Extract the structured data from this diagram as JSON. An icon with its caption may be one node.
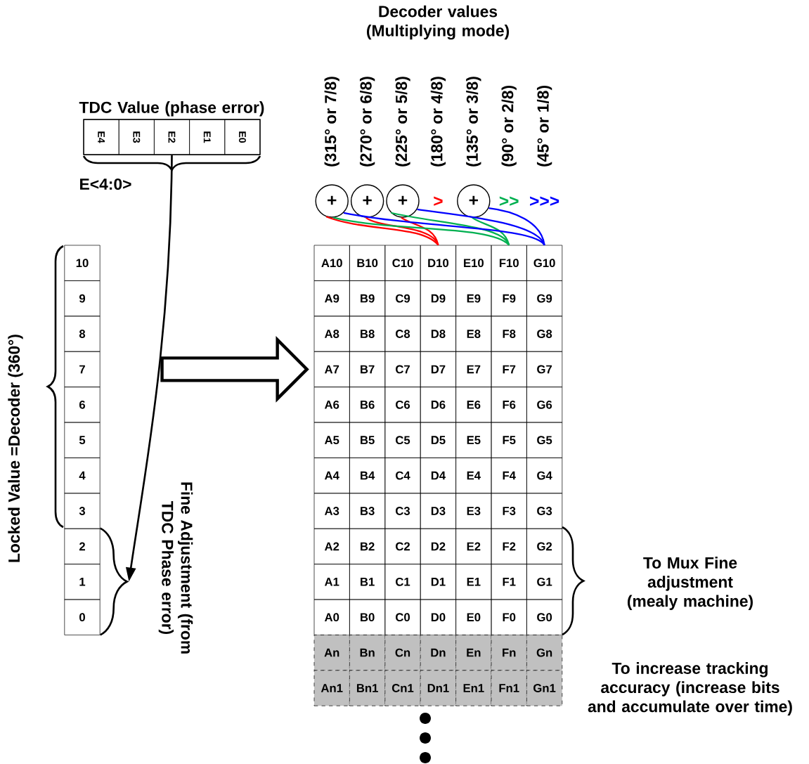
{
  "diagram": {
    "nodes": [
      {
        "text": [
          "TDC Value (phase error)"
        ]
      },
      {
        "text": [
          "E4"
        ],
        "in": 0
      },
      {
        "text": [
          "E3"
        ],
        "in": 0
      },
      {
        "text": [
          "E2"
        ],
        "in": 0
      },
      {
        "text": [
          "E1"
        ],
        "in": 0
      },
      {
        "text": [
          "E0"
        ],
        "in": 0
      },
      {
        "text": [
          "+"
        ]
      },
      {
        "text": [
          "+"
        ]
      },
      {
        "text": [
          "+"
        ]
      },
      {
        "text": [
          "+"
        ]
      },
      {
        "text": [
          "10"
        ]
      },
      {
        "text": [
          "9"
        ]
      },
      {
        "text": [
          "8"
        ]
      },
      {
        "text": [
          "7"
        ]
      },
      {
        "text": [
          "6"
        ]
      },
      {
        "text": [
          "5"
        ]
      },
      {
        "text": [
          "4"
        ]
      },
      {
        "text": [
          "3"
        ]
      },
      {
        "text": [
          "2"
        ]
      },
      {
        "text": [
          "1"
        ]
      },
      {
        "text": [
          "0"
        ]
      },
      {
        "text": [
          "A10"
        ]
      },
      {
        "text": [
          "B10"
        ]
      },
      {
        "text": [
          "C10"
        ]
      },
      {
        "text": [
          "D10"
        ]
      },
      {
        "text": [
          "E10"
        ]
      },
      {
        "text": [
          "F10"
        ]
      },
      {
        "text": [
          "G10"
        ]
      },
      {
        "text": [
          "A9"
        ]
      },
      {
        "text": [
          "B9"
        ]
      },
      {
        "text": [
          "C9"
        ]
      },
      {
        "text": [
          "D9"
        ]
      },
      {
        "text": [
          "E9"
        ]
      },
      {
        "text": [
          "F9"
        ]
      },
      {
        "text": [
          "G9"
        ]
      },
      {
        "text": [
          "A8"
        ]
      },
      {
        "text": [
          "B8"
        ]
      },
      {
        "text": [
          "C8"
        ]
      },
      {
        "text": [
          "D8"
        ]
      },
      {
        "text": [
          "E8"
        ]
      },
      {
        "text": [
          "F8"
        ]
      },
      {
        "text": [
          "G8"
        ]
      },
      {
        "text": [
          "A7"
        ]
      },
      {
        "text": [
          "B7"
        ]
      },
      {
        "text": [
          "C7"
        ]
      },
      {
        "text": [
          "D7"
        ]
      },
      {
        "text": [
          "E7"
        ]
      },
      {
        "text": [
          "F7"
        ]
      },
      {
        "text": [
          "G7"
        ]
      },
      {
        "text": [
          "A6"
        ]
      },
      {
        "text": [
          "B6"
        ]
      },
      {
        "text": [
          "C6"
        ]
      },
      {
        "text": [
          "D6"
        ]
      },
      {
        "text": [
          "E6"
        ]
      },
      {
        "text": [
          "F6"
        ]
      },
      {
        "text": [
          "G6"
        ]
      },
      {
        "text": [
          "A5"
        ]
      },
      {
        "text": [
          "B5"
        ]
      },
      {
        "text": [
          "C5"
        ]
      },
      {
        "text": [
          "D5"
        ]
      },
      {
        "text": [
          "E5"
        ]
      },
      {
        "text": [
          "F5"
        ]
      },
      {
        "text": [
          "G5"
        ]
      },
      {
        "text": [
          "A4"
        ]
      },
      {
        "text": [
          "B4"
        ]
      },
      {
        "text": [
          "C4"
        ]
      },
      {
        "text": [
          "D4"
        ]
      },
      {
        "text": [
          "E4"
        ]
      },
      {
        "text": [
          "F4"
        ]
      },
      {
        "text": [
          "G4"
        ]
      },
      {
        "text": [
          "A3"
        ]
      },
      {
        "text": [
          "B3"
        ]
      },
      {
        "text": [
          "C3"
        ]
      },
      {
        "text": [
          "D3"
        ]
      },
      {
        "text": [
          "E3"
        ]
      },
      {
        "text": [
          "F3"
        ]
      },
      {
        "text": [
          "G3"
        ]
      },
      {
        "text": [
          "A2"
        ]
      },
      {
        "text": [
          "B2"
        ]
      },
      {
        "text": [
          "C2"
        ]
      },
      {
        "text": [
          "D2"
        ]
      },
      {
        "text": [
          "E2"
        ]
      },
      {
        "text": [
          "F2"
        ]
      },
      {
        "text": [
          "G2"
        ]
      },
      {
        "text": [
          "A1"
        ]
      },
      {
        "text": [
          "B1"
        ]
      },
      {
        "text": [
          "C1"
        ]
      },
      {
        "text": [
          "D1"
        ]
      },
      {
        "text": [
          "E1"
        ]
      },
      {
        "text": [
          "F1"
        ]
      },
      {
        "text": [
          "G1"
        ]
      },
      {
        "text": [
          "A0"
        ]
      },
      {
        "text": [
          "B0"
        ]
      },
      {
        "text": [
          "C0"
        ]
      },
      {
        "text": [
          "D0"
        ]
      },
      {
        "text": [
          "E0"
        ]
      },
      {
        "text": [
          "F0"
        ]
      },
      {
        "text": [
          "G0"
        ]
      },
      {
        "text": [
          "An"
        ]
      },
      {
        "text": [
          "Bn"
        ]
      },
      {
        "text": [
          "Cn"
        ]
      },
      {
        "text": [
          "Dn"
        ]
      },
      {
        "text": [
          "En"
        ]
      },
      {
        "text": [
          "Fn"
        ]
      },
      {
        "text": [
          "Gn"
        ]
      },
      {
        "text": [
          "An1"
        ]
      },
      {
        "text": [
          "Bn1"
        ]
      },
      {
        "text": [
          "Cn1"
        ]
      },
      {
        "text": [
          "Dn1"
        ]
      },
      {
        "text": [
          "En1"
        ]
      },
      {
        "text": [
          "Fn1"
        ]
      },
      {
        "text": [
          "Gn1"
        ]
      },
      {
        "text": [],
        "shape": "brace"
      }
    ],
    "edges": [
      {
        "from": 6,
        "to": 24,
        "arrow": "none",
        "color": "#ff0000"
      },
      {
        "from": 7,
        "to": 24,
        "arrow": "none",
        "color": "#ff0000"
      },
      {
        "from": 8,
        "to": 24,
        "arrow": "none",
        "color": "#ff0000"
      },
      {
        "from": 6,
        "to": 26,
        "arrow": "none",
        "color": "#00b050"
      },
      {
        "from": 8,
        "to": 26,
        "arrow": "none",
        "color": "#00b050"
      },
      {
        "from": 9,
        "to": 26,
        "arrow": "none",
        "color": "#00b050"
      },
      {
        "from": 6,
        "to": 27,
        "arrow": "none",
        "color": "#0000ff"
      },
      {
        "from": 8,
        "to": 27,
        "arrow": "none",
        "color": "#0000ff"
      },
      {
        "from": 9,
        "to": 27,
        "arrow": "none",
        "color": "#0000ff"
      },
      {
        "from": 13,
        "to": 42,
        "arrow": "to",
        "style": "thick"
      },
      {
        "from": 0,
        "to": 112,
        "arrow": "to",
        "color": "#000000"
      }
    ],
    "labels": [
      "Decoder values (Multiplying mode)",
      "(315° or 7/8)",
      "(270° or 6/8)",
      "(225° or 5/8)",
      "(180° or 4/8)",
      "(135° or 3/8)",
      "(90° or 2/8)",
      "(45° or 1/8)",
      "E<4:0>",
      ">",
      ">>",
      ">>>",
      "Locked Value =Decoder (360°)",
      "Fine Adjustment (from TDC Phase error)",
      "To Mux Fine adjustment (mealy machine)",
      "To increase tracking accuracy (increase bits and accumulate over time)"
    ]
  }
}
